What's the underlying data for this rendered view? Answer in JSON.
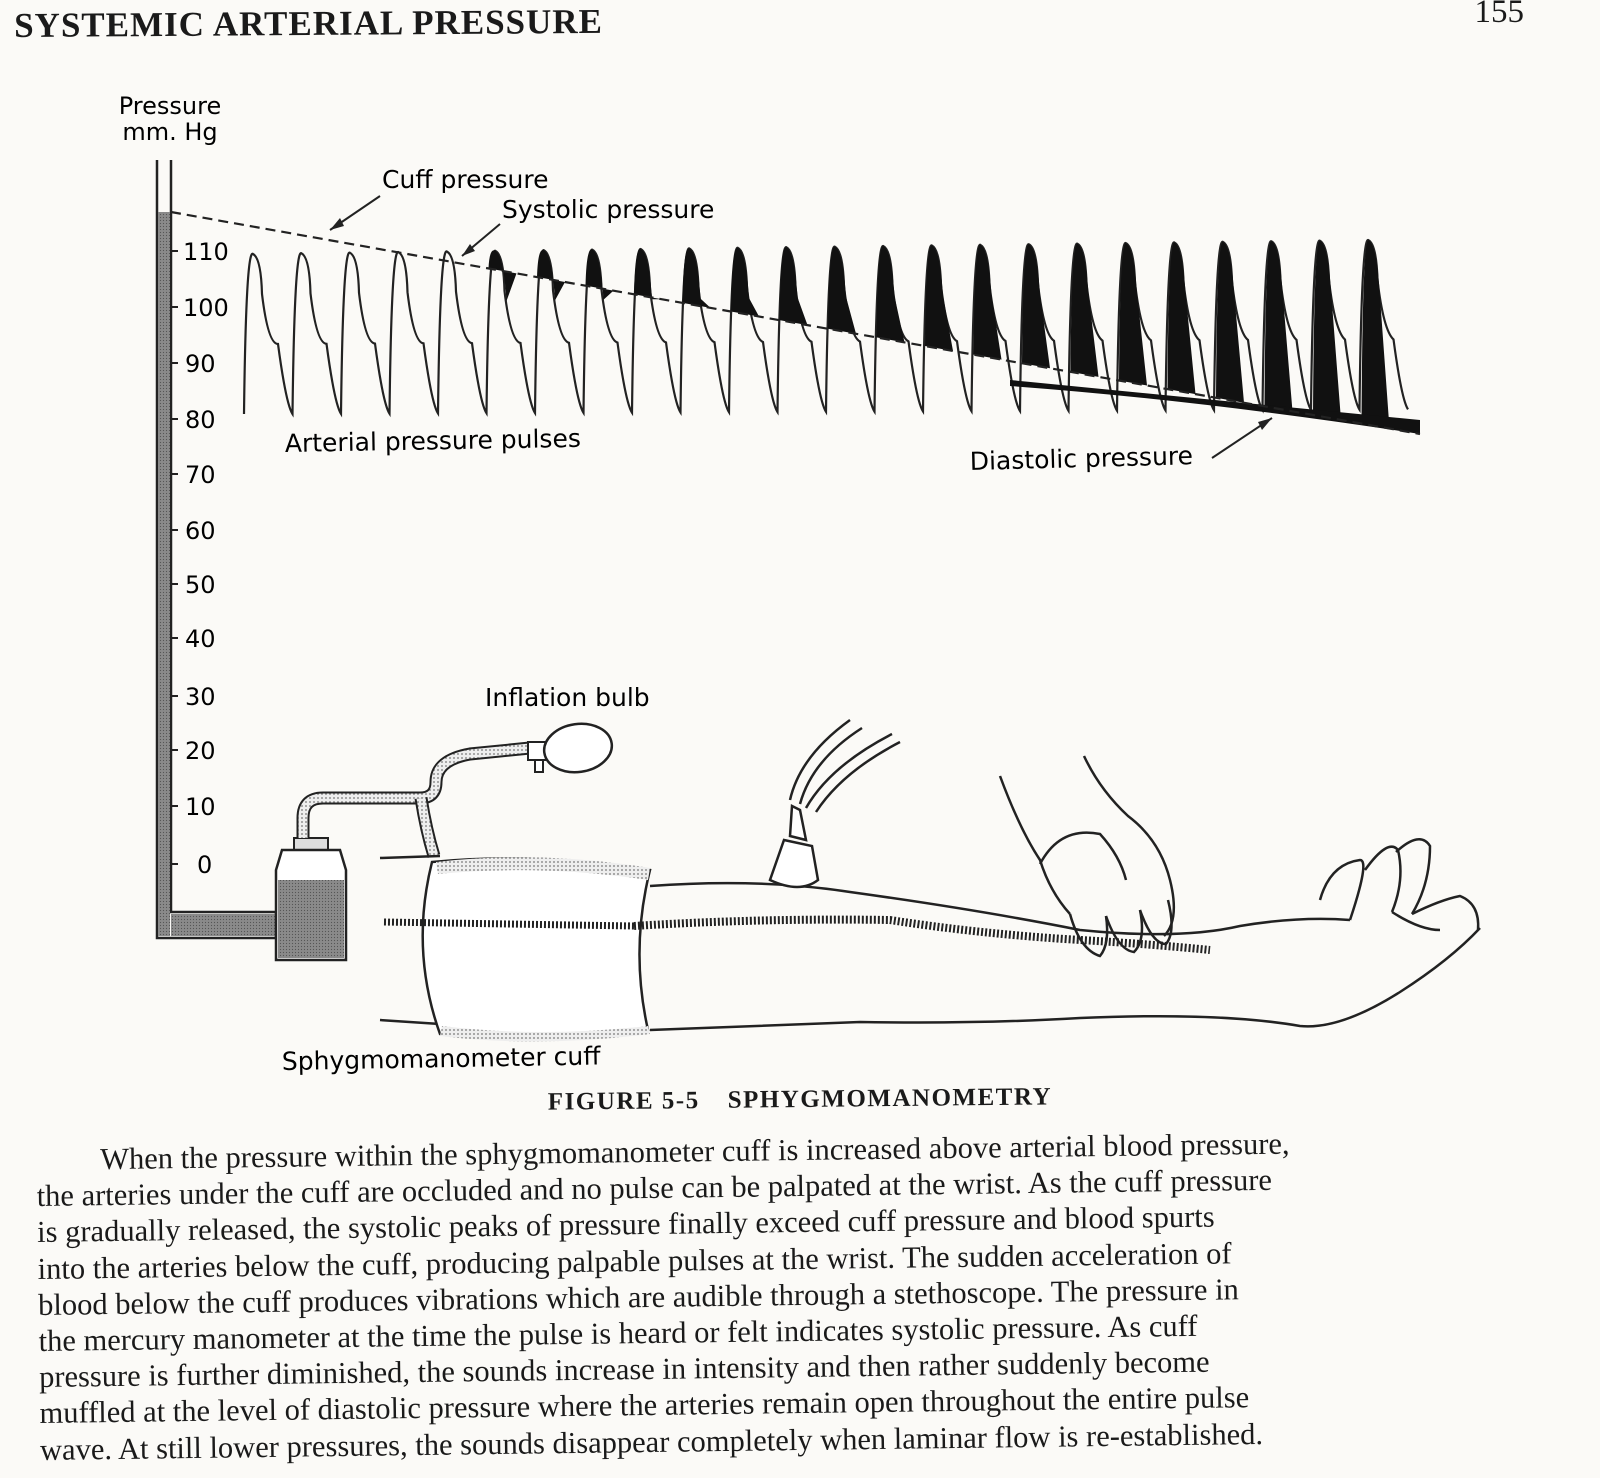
{
  "header": {
    "running_title": "SYSTEMIC ARTERIAL PRESSURE",
    "page_number": "155"
  },
  "figure": {
    "y_axis_title": [
      "Pressure",
      "mm. Hg"
    ],
    "y_ticks": [
      "110",
      "100",
      "90",
      "80",
      "70",
      "60",
      "50",
      "40",
      "30",
      "20",
      "10",
      "0"
    ],
    "labels": {
      "cuff_pressure": "Cuff pressure",
      "systolic_pressure": "Systolic pressure",
      "arterial_pulses": "Arterial pressure pulses",
      "diastolic_pressure": "Diastolic pressure",
      "inflation_bulb": "Inflation bulb",
      "cuff": "Sphygmomanometer cuff"
    },
    "pulse_count": 24
  },
  "caption": {
    "number": "FIGURE 5-5",
    "title": "SPHYGMOMANOMETRY"
  },
  "body_lines": [
    "When the pressure within the sphygmomanometer cuff is increased above arterial blood pressure,",
    "the arteries under the cuff are occluded and no pulse can be palpated at the wrist. As the cuff pressure",
    "is gradually released, the systolic peaks of pressure finally exceed cuff pressure and blood spurts",
    "into the arteries below the cuff, producing palpable pulses at the wrist. The sudden acceleration of",
    "blood below the cuff produces vibrations which are audible through a stethoscope. The pressure in",
    "the mercury manometer at the time the pulse is heard or felt indicates systolic pressure. As cuff",
    "pressure is further diminished, the sounds increase in intensity and then rather suddenly become",
    "muffled at the level of diastolic pressure where the arteries remain open throughout the entire pulse",
    "wave. At still lower pressures, the sounds disappear completely when laminar flow is re-established."
  ]
}
